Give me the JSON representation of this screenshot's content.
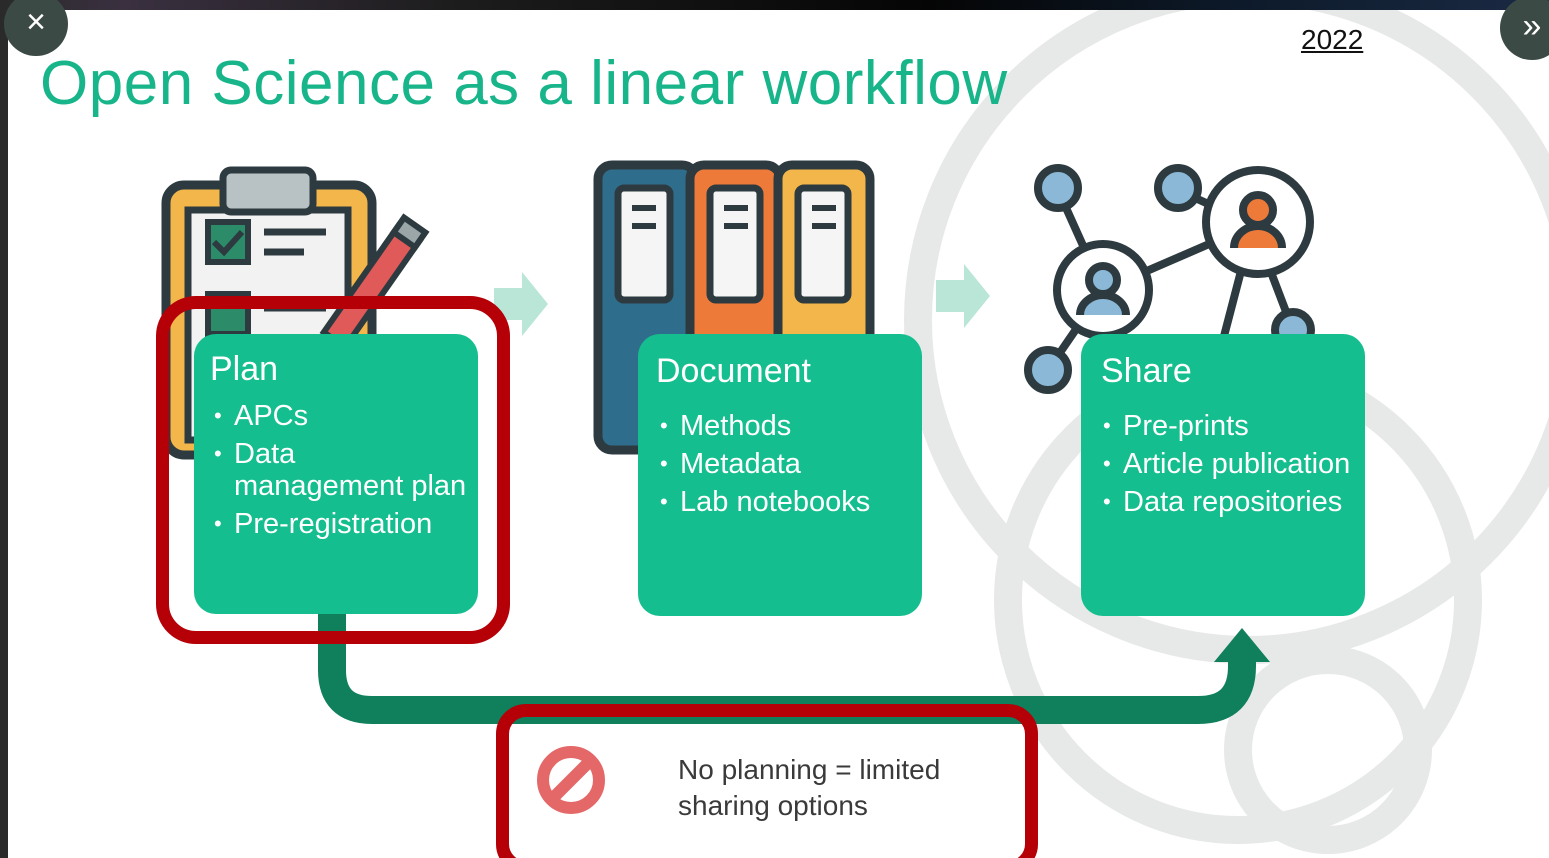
{
  "slide": {
    "title": "Open Science as a linear workflow",
    "year": "2022"
  },
  "controls": {
    "close_glyph": "×",
    "next_glyph": "»"
  },
  "steps": [
    {
      "heading": "Plan",
      "items": [
        "APCs",
        "Data management plan",
        "Pre-registration"
      ]
    },
    {
      "heading": "Document",
      "items": [
        "Methods",
        "Metadata",
        "Lab notebooks"
      ]
    },
    {
      "heading": "Share",
      "items": [
        "Pre-prints",
        "Article publication",
        "Data repositories"
      ]
    }
  ],
  "warning": {
    "text_line1": "No planning = limited",
    "text_line2": "sharing options",
    "icon": "prohibited-icon"
  },
  "colors": {
    "box_green": "#15be8e",
    "title_green": "#18b58a",
    "arrow_green": "#0f7f5c",
    "highlight_red": "#b40006"
  },
  "icons": [
    "clipboard-checklist-icon",
    "binders-icon",
    "network-people-icon",
    "prohibited-icon"
  ]
}
